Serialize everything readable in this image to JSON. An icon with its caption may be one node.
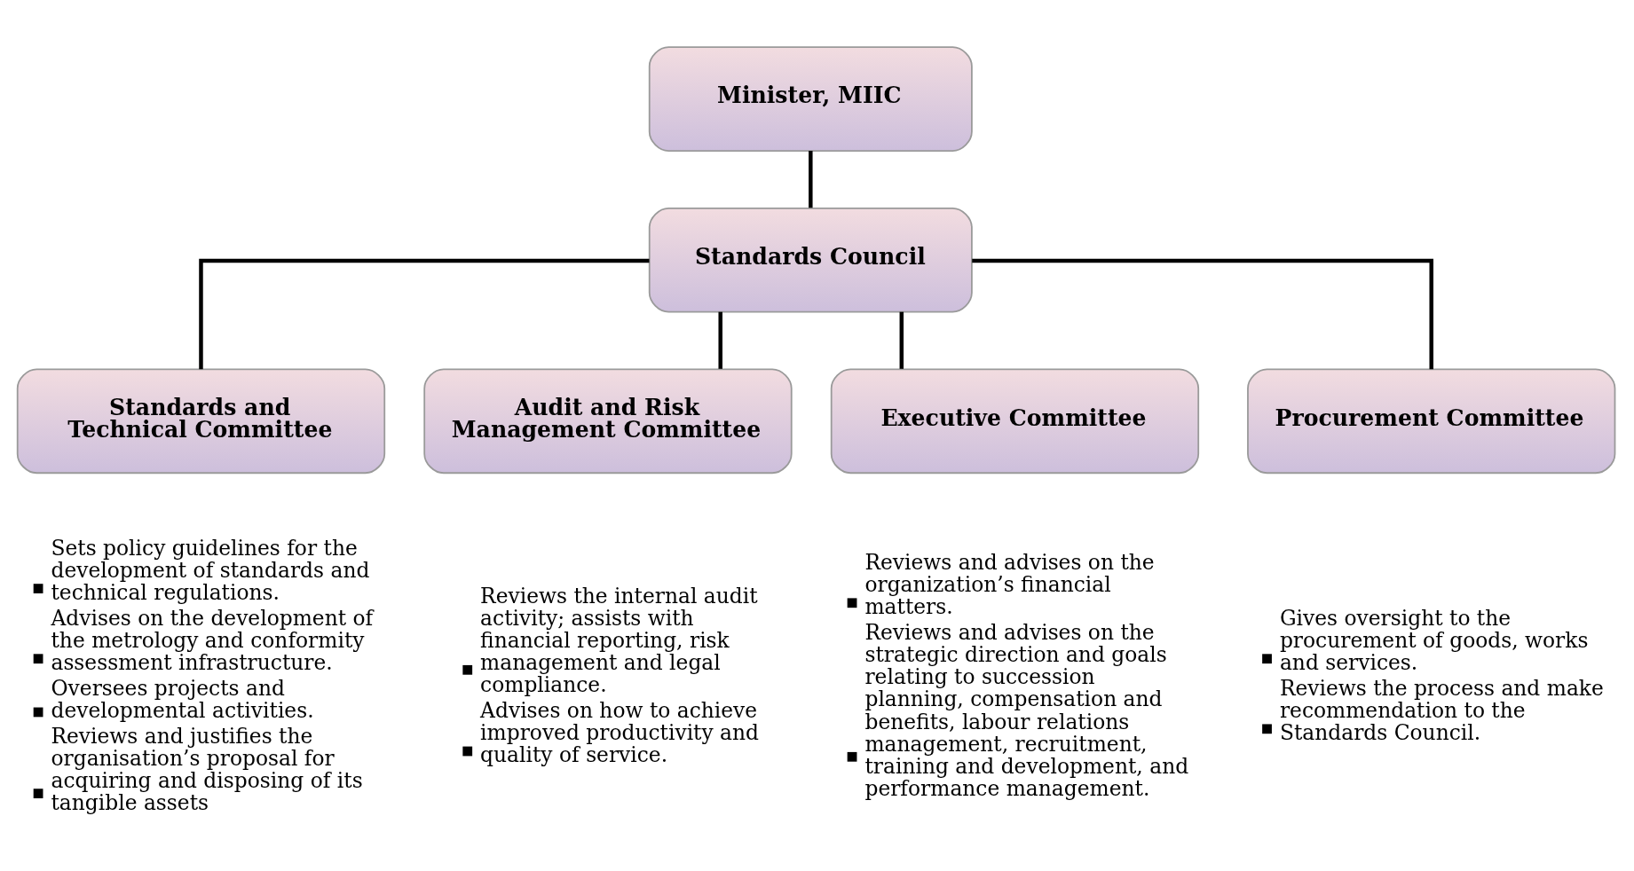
{
  "diagram": {
    "nodes": [
      {
        "text": [
          "Minister, MIIC"
        ]
      },
      {
        "text": [
          "Standards Council"
        ]
      },
      {
        "text": [
          "Standards and Technical Committee"
        ],
        "beside": [
          "Sets policy guidelines for the development of standards and technical regulations.",
          "Advises on the development of the metrology and conformity assessment infrastructure.",
          "Oversees projects and developmental activities.",
          "Reviews and justifies the organisation’s proposal for acquiring and disposing of its tangible assets"
        ]
      },
      {
        "text": [
          "Audit and Risk Management Committee"
        ],
        "beside": [
          "Reviews the internal audit activity; assists with financial reporting, risk management and legal compliance.",
          "Advises on how to achieve improved productivity and quality of service."
        ]
      },
      {
        "text": [
          "Executive Committee"
        ],
        "beside": [
          "Reviews and advises on the organization’s financial matters.",
          "Reviews and advises on the strategic direction and goals relating to succession planning, compensation and benefits, labour relations management, recruitment, training and development, and performance management."
        ]
      },
      {
        "text": [
          "Procurement Committee"
        ],
        "beside": [
          "Gives oversight to the procurement of goods, works and services.",
          "Reviews the process and make recommendation to the Standards Council."
        ]
      }
    ],
    "edges": [
      {
        "from": 0,
        "to": 1,
        "arrow": "none"
      },
      {
        "from": 1,
        "to": 2,
        "arrow": "none"
      },
      {
        "from": 1,
        "to": 3,
        "arrow": "none"
      },
      {
        "from": 1,
        "to": 4,
        "arrow": "none"
      },
      {
        "from": 1,
        "to": 5,
        "arrow": "none"
      }
    ]
  }
}
